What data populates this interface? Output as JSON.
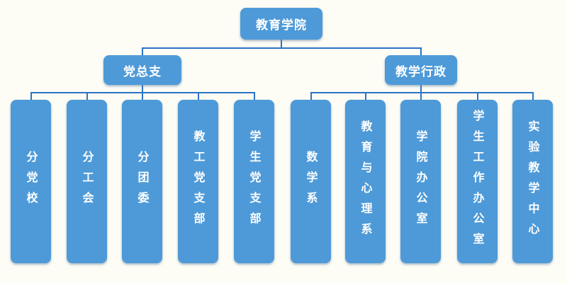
{
  "org": {
    "title": "教育学院",
    "branches": [
      {
        "label": "党总支",
        "children": [
          "分党校",
          "分工会",
          "分团委",
          "教工党支部",
          "学生党支部"
        ]
      },
      {
        "label": "教学行政",
        "children": [
          "数学系",
          "教育与心理系",
          "学院办公室",
          "学生工作办公室",
          "实验教学中心"
        ]
      }
    ]
  },
  "colors": {
    "node_fill": "#4e9ad8",
    "connector_line": "#2b73c4",
    "node_text": "#ffffff",
    "background": "#fdfdf6"
  }
}
